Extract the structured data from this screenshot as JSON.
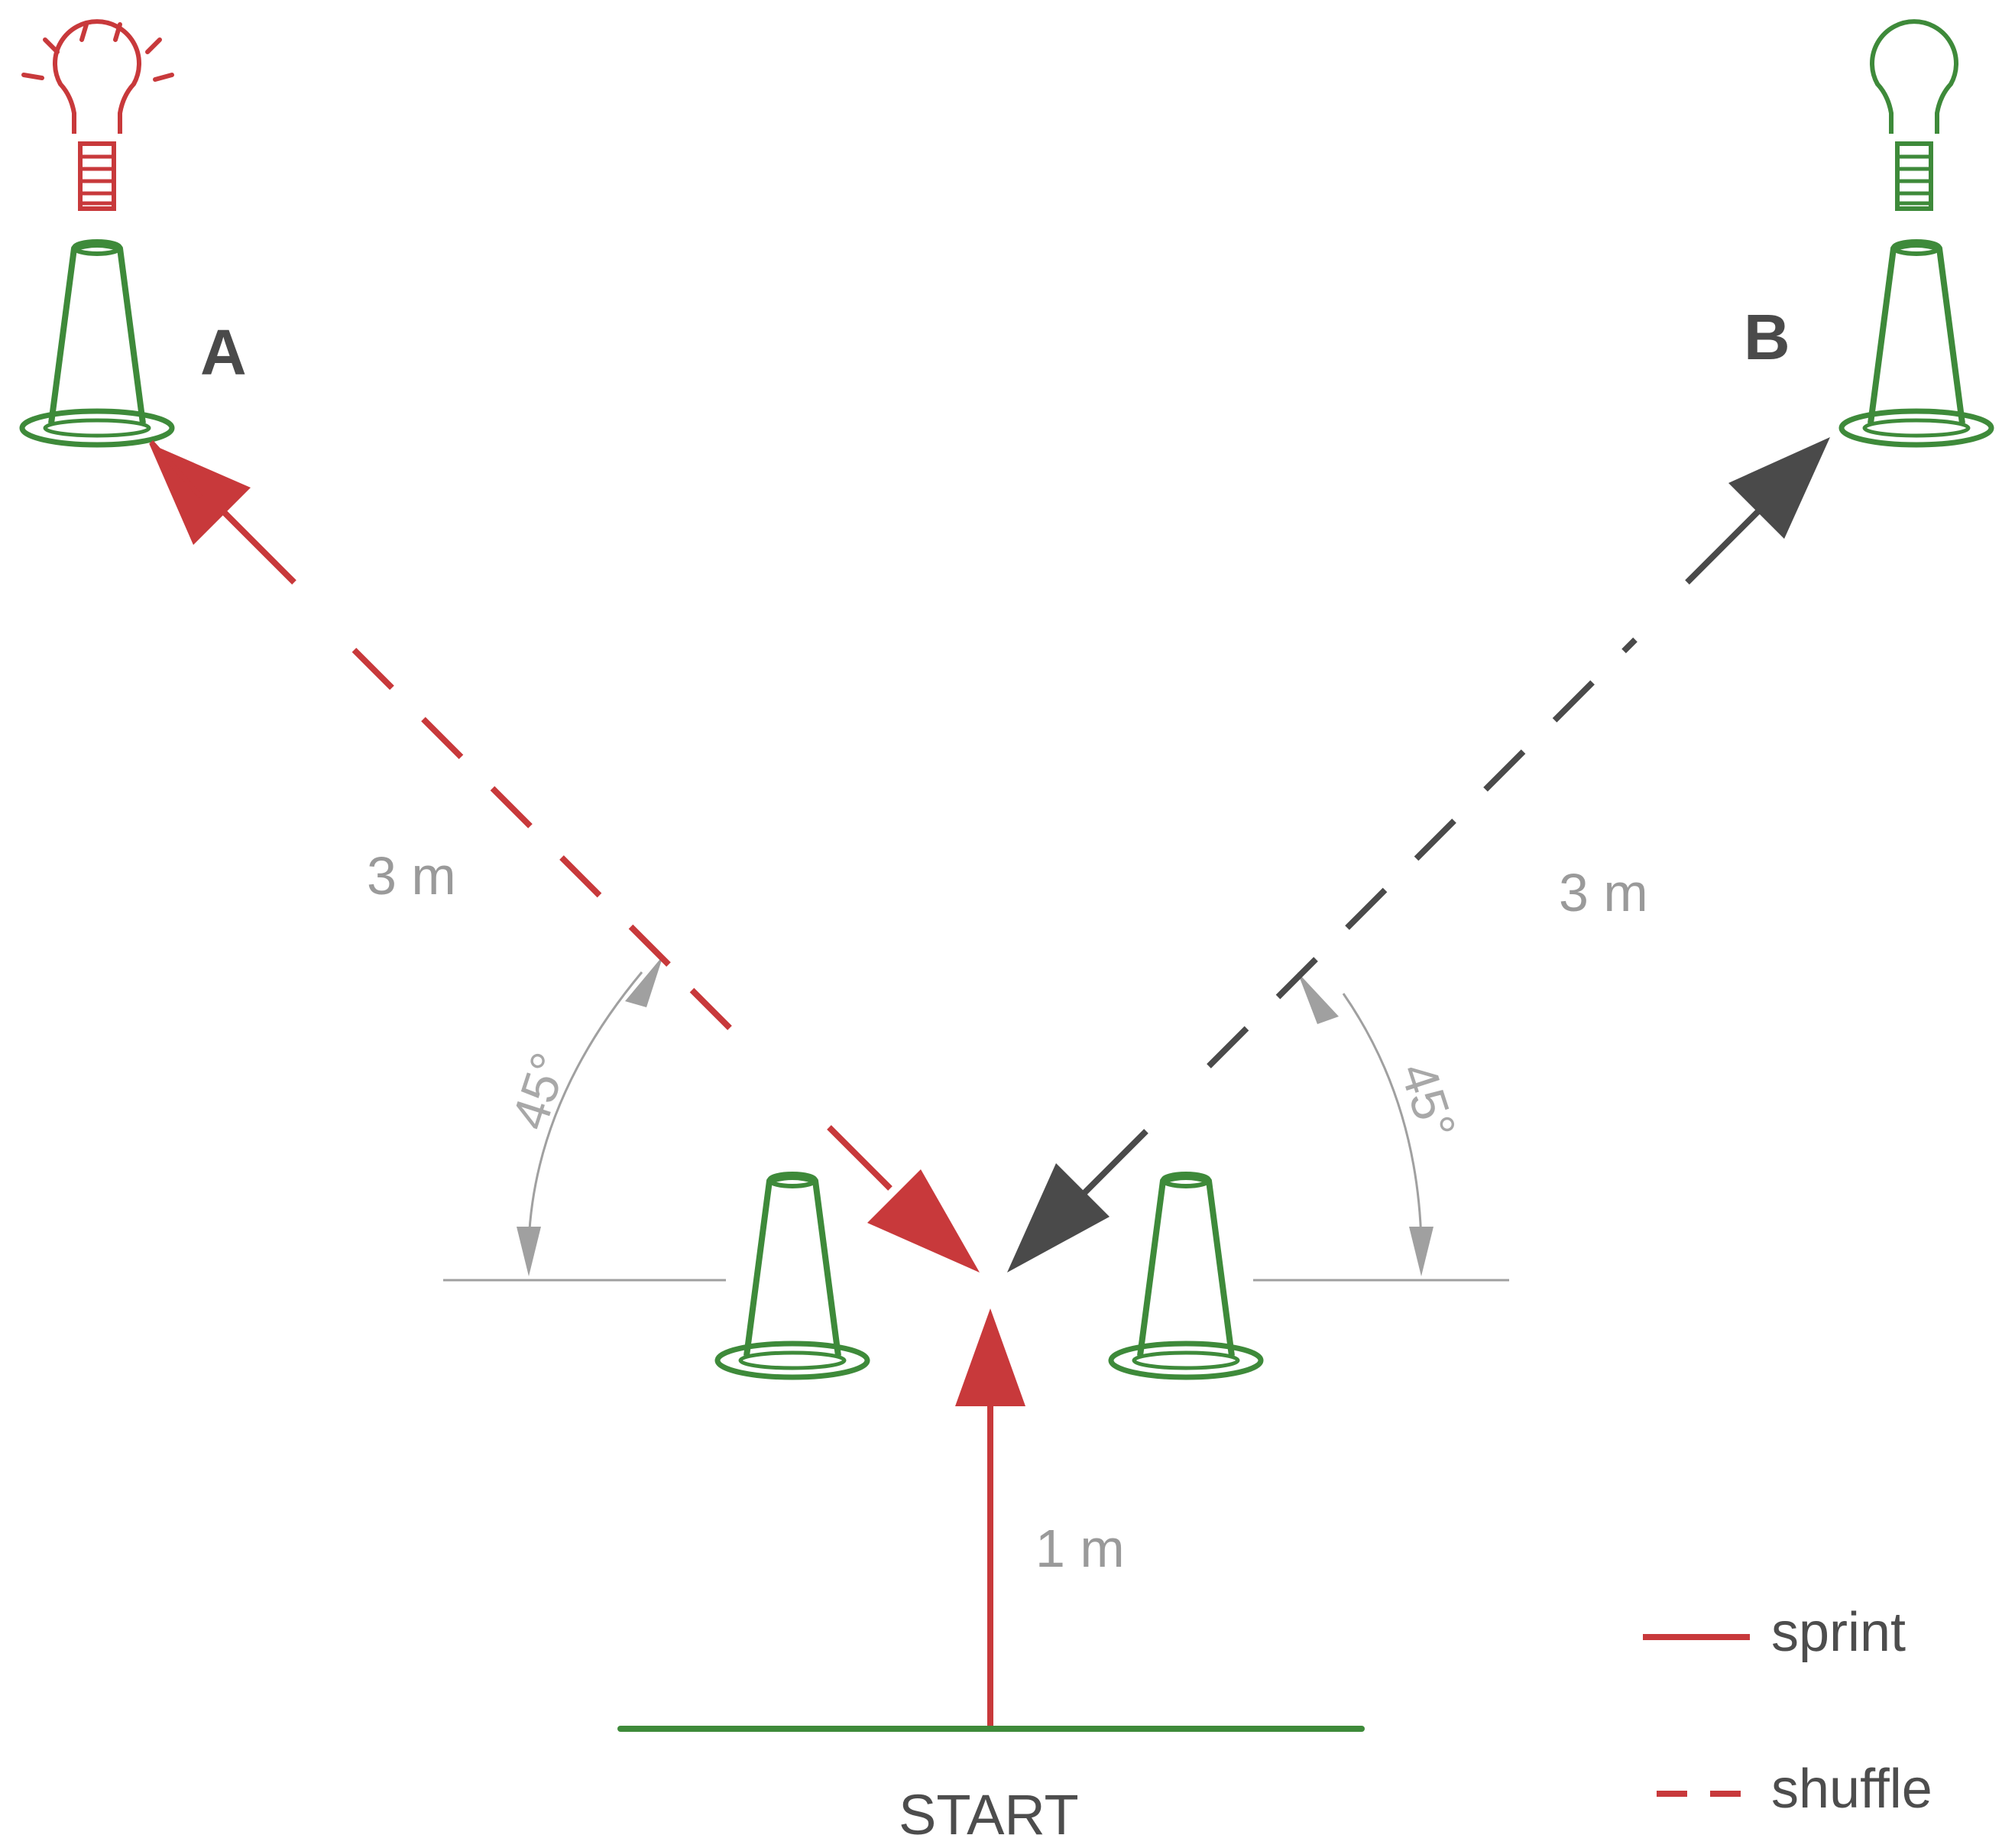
{
  "labels": {
    "cone_a": "A",
    "cone_b": "B",
    "distance_left": "3 m",
    "distance_right": "3 m",
    "distance_start": "1 m",
    "angle_left": "45°",
    "angle_right": "45°",
    "start": "START"
  },
  "legend": {
    "sprint": "sprint",
    "shuffle": "shuffle"
  },
  "colors": {
    "sprint": "#c8393b",
    "return_path": "#4a4a4a",
    "cone": "#3e8a3a",
    "light_active": "#c8393b",
    "light_inactive": "#3e8a3a",
    "angle_guide": "#a0a0a0"
  },
  "icons": {
    "light_a": "lightbulb-on-icon",
    "light_b": "lightbulb-off-icon",
    "cone": "cone-icon"
  }
}
